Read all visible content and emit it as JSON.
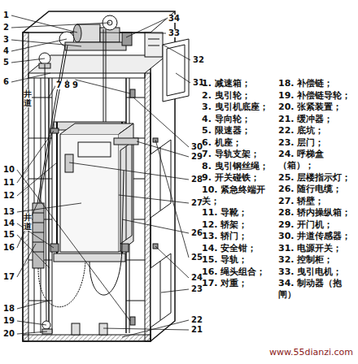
{
  "diagram": {
    "labels": [
      "1",
      "2",
      "3",
      "4",
      "5",
      "6",
      "7",
      "8",
      "9",
      "10",
      "11",
      "12",
      "13",
      "14",
      "15",
      "16",
      "17",
      "18",
      "19",
      "20",
      "21",
      "22",
      "23",
      "24",
      "25",
      "26",
      "27",
      "28",
      "29",
      "30",
      "31",
      "32",
      "33",
      "34",
      "1. 减速箱；",
      "2. 曳引轮；",
      "3. 曳引机底座；",
      "4. 导向轮；",
      "5. 限速器；",
      "6. 机座；",
      "7. 导轨支架；",
      "8. 曳引钢丝绳；",
      "9. 开关碰铁；",
      "10. 紧急终端开关；",
      "11. 导靴；",
      "12. 轿架；",
      "13. 轿门；",
      "14. 安全钳；",
      "15. 导轨；",
      "16. 绳头组合；",
      "17. 对重；",
      "18. 补偿链；",
      "19. 补偿链导轮；",
      "20. 张紧装置；",
      "21. 缓冲器；",
      "22. 底坑；",
      "23. 层门；",
      "24. 呼梯盒（箱）；",
      "25. 层楼指示灯；",
      "26. 随行电缆；",
      "27. 轿壁；",
      "28. 轿内操纵箱；",
      "29. 开门机；",
      "30. 井道传感器；",
      "31. 电源开关；",
      "32. 控制柜；",
      "33. 曳引电机；",
      "34. 制动器（抱闸）",
      "井道",
      "井道",
      "www.55dianzi.com"
    ]
  }
}
